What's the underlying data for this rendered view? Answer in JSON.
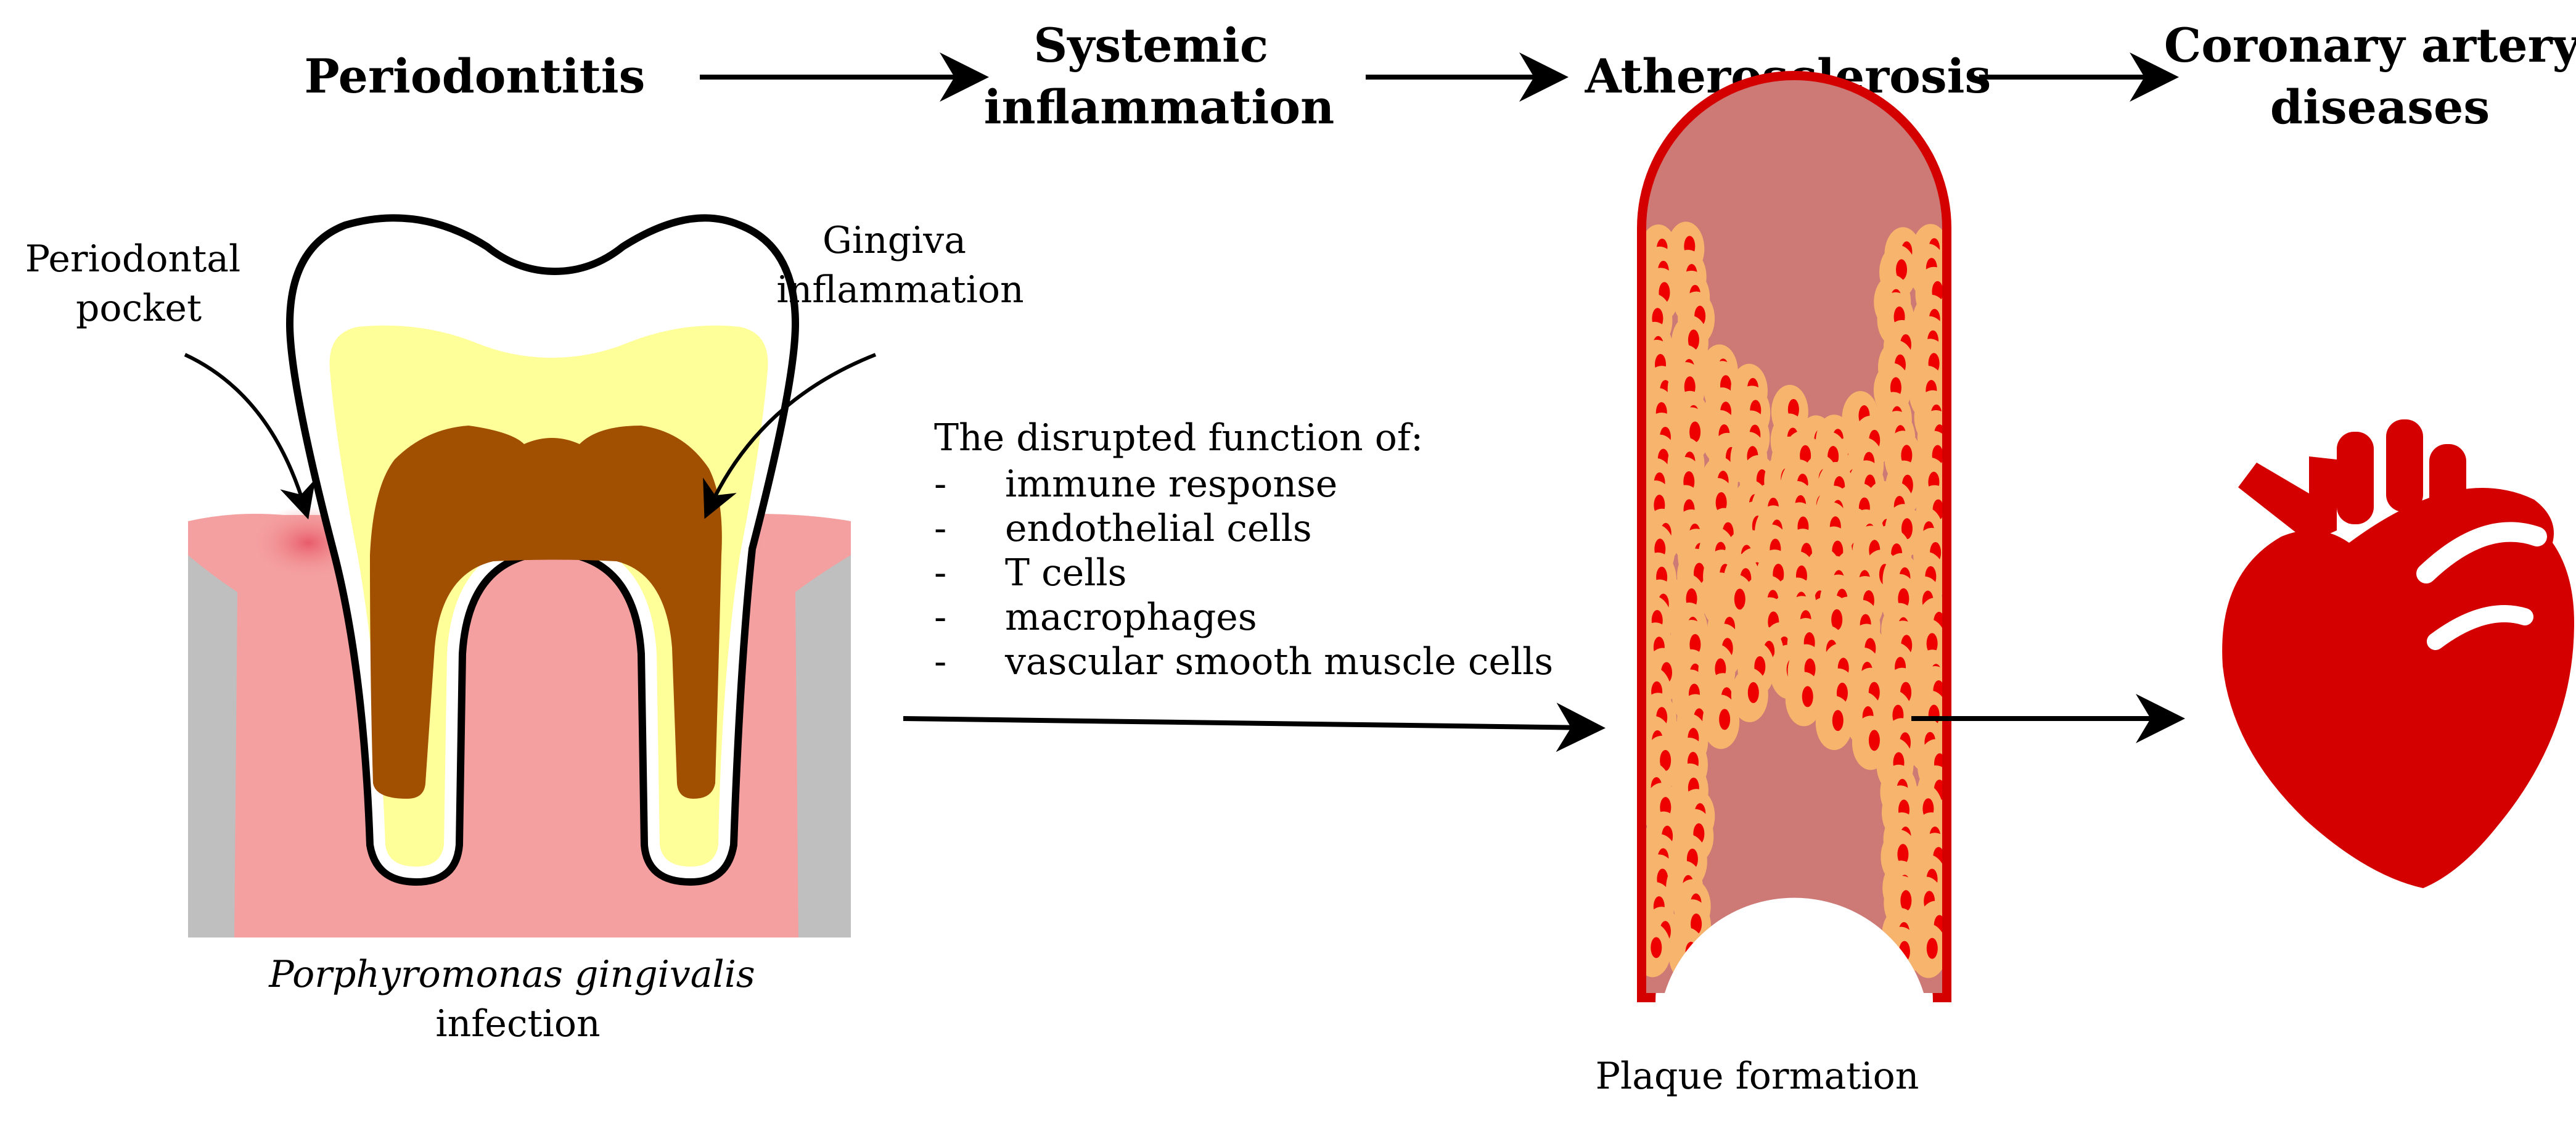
{
  "flow": {
    "step1": "Periodontitis",
    "step2_line1": "Systemic",
    "step2_line2": "inflammation",
    "step3": "Atherosclerosis",
    "step4_line1": "Coronary artery",
    "step4_line2": "diseases"
  },
  "tooth": {
    "pocket_line1": "Periodontal",
    "pocket_line2": "pocket",
    "gingiva_line1": "Gingiva",
    "gingiva_line2": "inflammation",
    "caption_line1": "Porphyromonas gingivalis",
    "caption_line2": "infection"
  },
  "disruption": {
    "heading": "The disrupted function of:",
    "bullet": "-",
    "items": [
      "immune response",
      "endothelial cells",
      "T cells",
      "macrophages",
      "vascular smooth muscle cells"
    ]
  },
  "artery": {
    "caption": "Plaque formation"
  },
  "colors": {
    "tooth_outline": "#000000",
    "enamel": "#ffffff",
    "dentin": "#ffff99",
    "pulp": "#a05000",
    "gum": "#f4a0a0",
    "bone": "#bfbfbf",
    "vessel_wall": "#d40000",
    "vessel_lumen": "#cd7a76",
    "plaque_cell": "#f6b46c",
    "cell_nucleus": "#ee0000",
    "heart": "#d40000"
  }
}
